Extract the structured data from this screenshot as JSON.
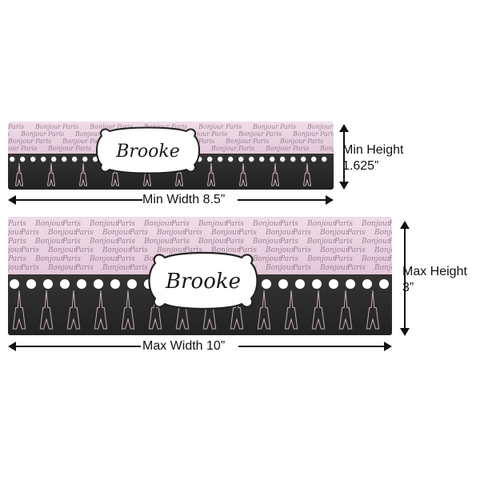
{
  "name_text": "Brooke",
  "pattern_words": [
    "Paris",
    "Bonjour"
  ],
  "min_banner": {
    "width_label": "Min Width 8.5”",
    "height_label_line1": "Min Height",
    "height_label_line2": "1.625”"
  },
  "max_banner": {
    "width_label": "Max Width 10”",
    "height_label_line1": "Max Height",
    "height_label_line2": "3”"
  },
  "colors": {
    "pink": "#e9d3e0",
    "pink_text": "#8d6b80",
    "dark": "#2b2b2b",
    "dark_edge": "#1e1e1e",
    "dot": "#ffffff",
    "tower": "#c9aebd",
    "arrow": "#111111"
  }
}
